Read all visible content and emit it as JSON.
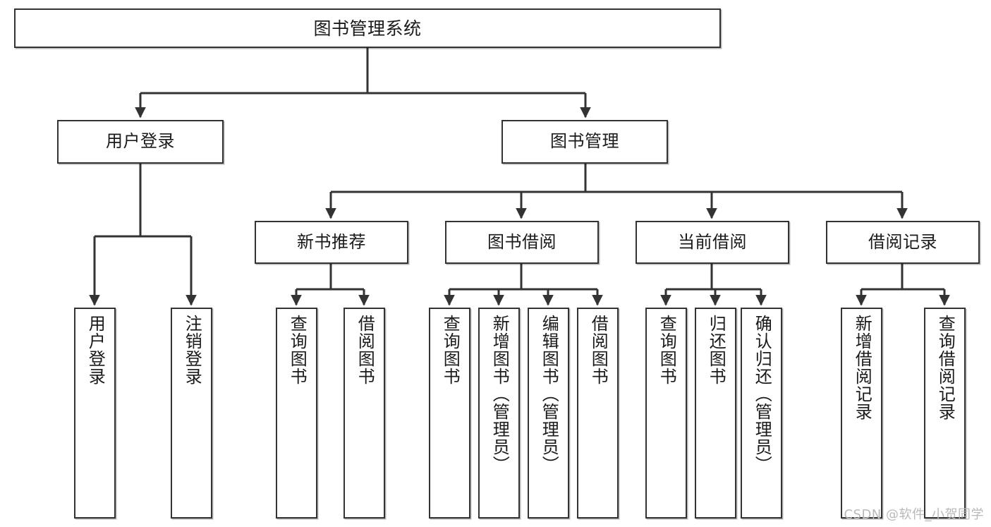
{
  "diagram": {
    "title": "图书管理系统",
    "type": "functional-structure-tree",
    "orientation": "top-down",
    "edge_color": "#333333",
    "node_border_color": "#333333",
    "node_fill_color": "#ffffff",
    "text_color": "#1a1a1a",
    "background_color": "#ffffff"
  },
  "root": {
    "label": "图书管理系统"
  },
  "level2": [
    {
      "id": "user-login",
      "label": "用户登录"
    },
    {
      "id": "book-manage",
      "label": "图书管理"
    }
  ],
  "level3": [
    {
      "id": "new-book-rec",
      "label": "新书推荐",
      "parent": "book-manage"
    },
    {
      "id": "book-borrow",
      "label": "图书借阅",
      "parent": "book-manage"
    },
    {
      "id": "current-borrow",
      "label": "当前借阅",
      "parent": "book-manage"
    },
    {
      "id": "borrow-record",
      "label": "借阅记录",
      "parent": "book-manage"
    }
  ],
  "leaves": [
    {
      "id": "leaf-user-login",
      "label": "用户登录",
      "parent": "user-login"
    },
    {
      "id": "leaf-user-logout",
      "label": "注销登录",
      "parent": "user-login"
    },
    {
      "id": "leaf-query-book-1",
      "label": "查询图书",
      "parent": "new-book-rec"
    },
    {
      "id": "leaf-borrow-book-1",
      "label": "借阅图书",
      "parent": "new-book-rec"
    },
    {
      "id": "leaf-query-book-2",
      "label": "查询图书",
      "parent": "book-borrow"
    },
    {
      "id": "leaf-add-book",
      "label": "新增图书（管理员）",
      "parent": "book-borrow"
    },
    {
      "id": "leaf-edit-book",
      "label": "编辑图书（管理员）",
      "parent": "book-borrow"
    },
    {
      "id": "leaf-borrow-book-2",
      "label": "借阅图书",
      "parent": "book-borrow"
    },
    {
      "id": "leaf-query-book-3",
      "label": "查询图书",
      "parent": "current-borrow"
    },
    {
      "id": "leaf-return-book",
      "label": "归还图书",
      "parent": "current-borrow"
    },
    {
      "id": "leaf-confirm-return",
      "label": "确认归还（管理员）",
      "parent": "current-borrow"
    },
    {
      "id": "leaf-add-record",
      "label": "新增借阅记录",
      "parent": "borrow-record"
    },
    {
      "id": "leaf-query-record",
      "label": "查询借阅记录",
      "parent": "borrow-record"
    }
  ],
  "watermark": {
    "text": "CSDN @软件_小贺同学"
  }
}
